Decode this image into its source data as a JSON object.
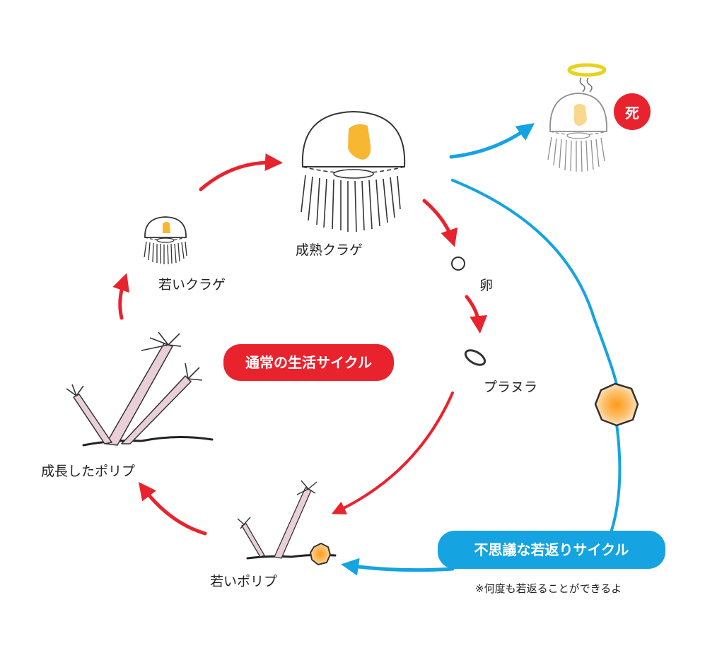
{
  "stages": {
    "young_jellyfish": "若いクラゲ",
    "mature_jellyfish": "成熟クラゲ",
    "egg": "卵",
    "planula": "プラヌラ",
    "young_polyp": "若いポリプ",
    "grown_polyp": "成長したポリプ"
  },
  "death_label": "死",
  "cycles": {
    "normal_label": "通常の生活サイクル",
    "rejuvenation_label": "不思議な若返りサイクル",
    "rejuvenation_note": "※何度も若返ることができるよ"
  },
  "colors": {
    "normal_cycle": "#e8232d",
    "rejuvenation_cycle": "#15a3e1",
    "gonad": "#f7b733",
    "polyp_stalk": "#e9cfd8",
    "cyst": "#f6a93b"
  }
}
